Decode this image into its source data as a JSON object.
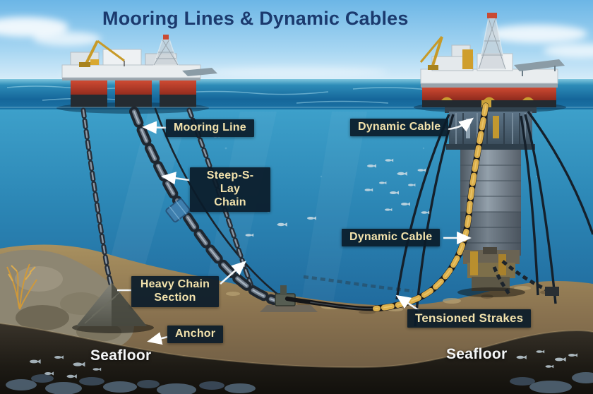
{
  "title": "Mooring Lines & Dynamic Cables",
  "labels": {
    "mooring_line": "Mooring Line",
    "steep_s_lay": {
      "line1": "Steep-S-Lay",
      "line2": "Chain"
    },
    "dynamic_cable_top": "Dynamic Cable",
    "dynamic_cable_mid": "Dynamic Cable",
    "heavy_chain": {
      "line1": "Heavy Chain",
      "line2": "Section"
    },
    "anchor": "Anchor",
    "tensioned_strakes": "Tensioned Strakes",
    "seafloor_left": "Seafloor",
    "seafloor_right": "Seafloor"
  },
  "colors": {
    "title_text": "#1b3a6e",
    "label_background": "#0b1c2a",
    "label_text": "#f2e2ac",
    "arrow": "#ffffff",
    "cable_yellow": "#dcb04c",
    "hull_red": "#c23a28",
    "sea_deep": "#1b6fa3",
    "sand": "#8a7350"
  }
}
